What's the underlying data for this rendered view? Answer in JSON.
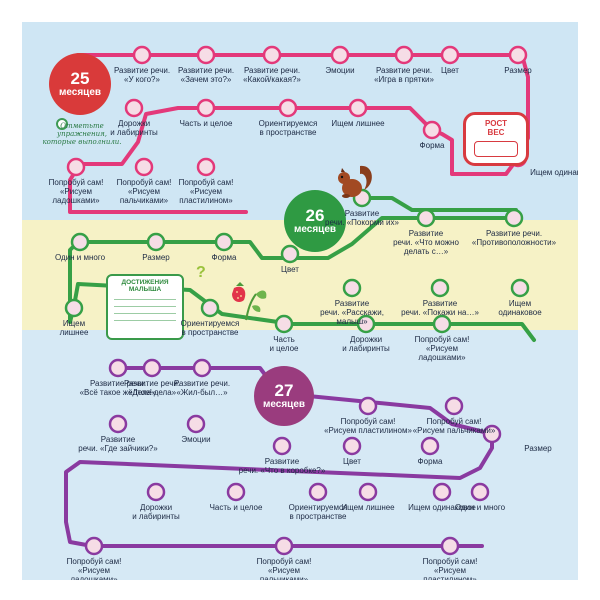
{
  "note": "Отметьте упражнения, которые выполнили.",
  "growth_card": {
    "label": "РОСТ\nВЕС"
  },
  "achievements": {
    "title": "ДОСТИЖЕНИЯ\nМАЛЫША"
  },
  "colors": {
    "month25": "#e3397a",
    "month26": "#36a046",
    "month27": "#8a3aa0"
  },
  "sections": [
    {
      "badge_number": "25",
      "badge_unit": "месяцев",
      "stations": [
        {
          "label": "Развитие речи.\n«У кого?»"
        },
        {
          "label": "Развитие речи.\n«Зачем это?»"
        },
        {
          "label": "Развитие речи.\n«Какой/какая?»"
        },
        {
          "label": "Эмоции"
        },
        {
          "label": "Развитие речи.\n«Игра в прятки»"
        },
        {
          "label": "Цвет"
        },
        {
          "label": "Размер"
        },
        {
          "label": "Форма"
        },
        {
          "label": "Ищем одинаковое"
        },
        {
          "label": "Ищем лишнее"
        },
        {
          "label": "Ориентируемся\nв пространстве"
        },
        {
          "label": "Часть и целое"
        },
        {
          "label": "Дорожки\nи лабиринты"
        },
        {
          "label": "Попробуй сам!\n«Рисуем\nладошками»"
        },
        {
          "label": "Попробуй сам!\n«Рисуем\nпальчиками»"
        },
        {
          "label": "Попробуй сам!\n«Рисуем\nпластилином»"
        }
      ]
    },
    {
      "badge_number": "26",
      "badge_unit": "месяцев",
      "stations": [
        {
          "label": "Развитие\nречи. «Покорми их»"
        },
        {
          "label": "Развитие\nречи. «Что можно\nделать с…»"
        },
        {
          "label": "Развитие речи.\n«Противоположности»"
        },
        {
          "label": "Форма"
        },
        {
          "label": "Размер"
        },
        {
          "label": "Один и много"
        },
        {
          "label": "Цвет"
        },
        {
          "label": "Развитие\nречи. «Расскажи,\nмалыш»"
        },
        {
          "label": "Развитие\nречи. «Покажи на…»"
        },
        {
          "label": "Ищем\nодинаковое"
        },
        {
          "label": "Ищем\nлишнее"
        },
        {
          "label": "Ориентируемся\nв пространстве"
        },
        {
          "label": "Часть\nи целое"
        },
        {
          "label": "Дорожки\nи лабиринты"
        },
        {
          "label": "Попробуй сам!\n«Рисуем\nладошками»"
        }
      ]
    },
    {
      "badge_number": "27",
      "badge_unit": "месяцев",
      "stations": [
        {
          "label": "Развитие речи.\n«Всё такое жёлтое!»"
        },
        {
          "label": "Развитие речи.\n«Дела-дела»"
        },
        {
          "label": "Развитие речи.\n«Жил-был…»"
        },
        {
          "label": "Попробуй сам!\n«Рисуем пластилином»"
        },
        {
          "label": "Попробуй сам!\n«Рисуем пальчиками»"
        },
        {
          "label": "Развитие\nречи. «Где зайчики?»"
        },
        {
          "label": "Эмоции"
        },
        {
          "label": "Развитие\nречи. «Что в коробке?»"
        },
        {
          "label": "Цвет"
        },
        {
          "label": "Форма"
        },
        {
          "label": "Размер"
        },
        {
          "label": "Один и много"
        },
        {
          "label": "Ищем одинаковое"
        },
        {
          "label": "Ищем лишнее"
        },
        {
          "label": "Ориентируемся\nв пространстве"
        },
        {
          "label": "Часть и целое"
        },
        {
          "label": "Дорожки\nи лабиринты"
        },
        {
          "label": "Попробуй сам!\n«Рисуем\nладошками»"
        },
        {
          "label": "Попробуй сам!\n«Рисуем\nпальчиками»"
        },
        {
          "label": "Попробуй сам!\n«Рисуем\nпластилином»"
        }
      ]
    }
  ]
}
